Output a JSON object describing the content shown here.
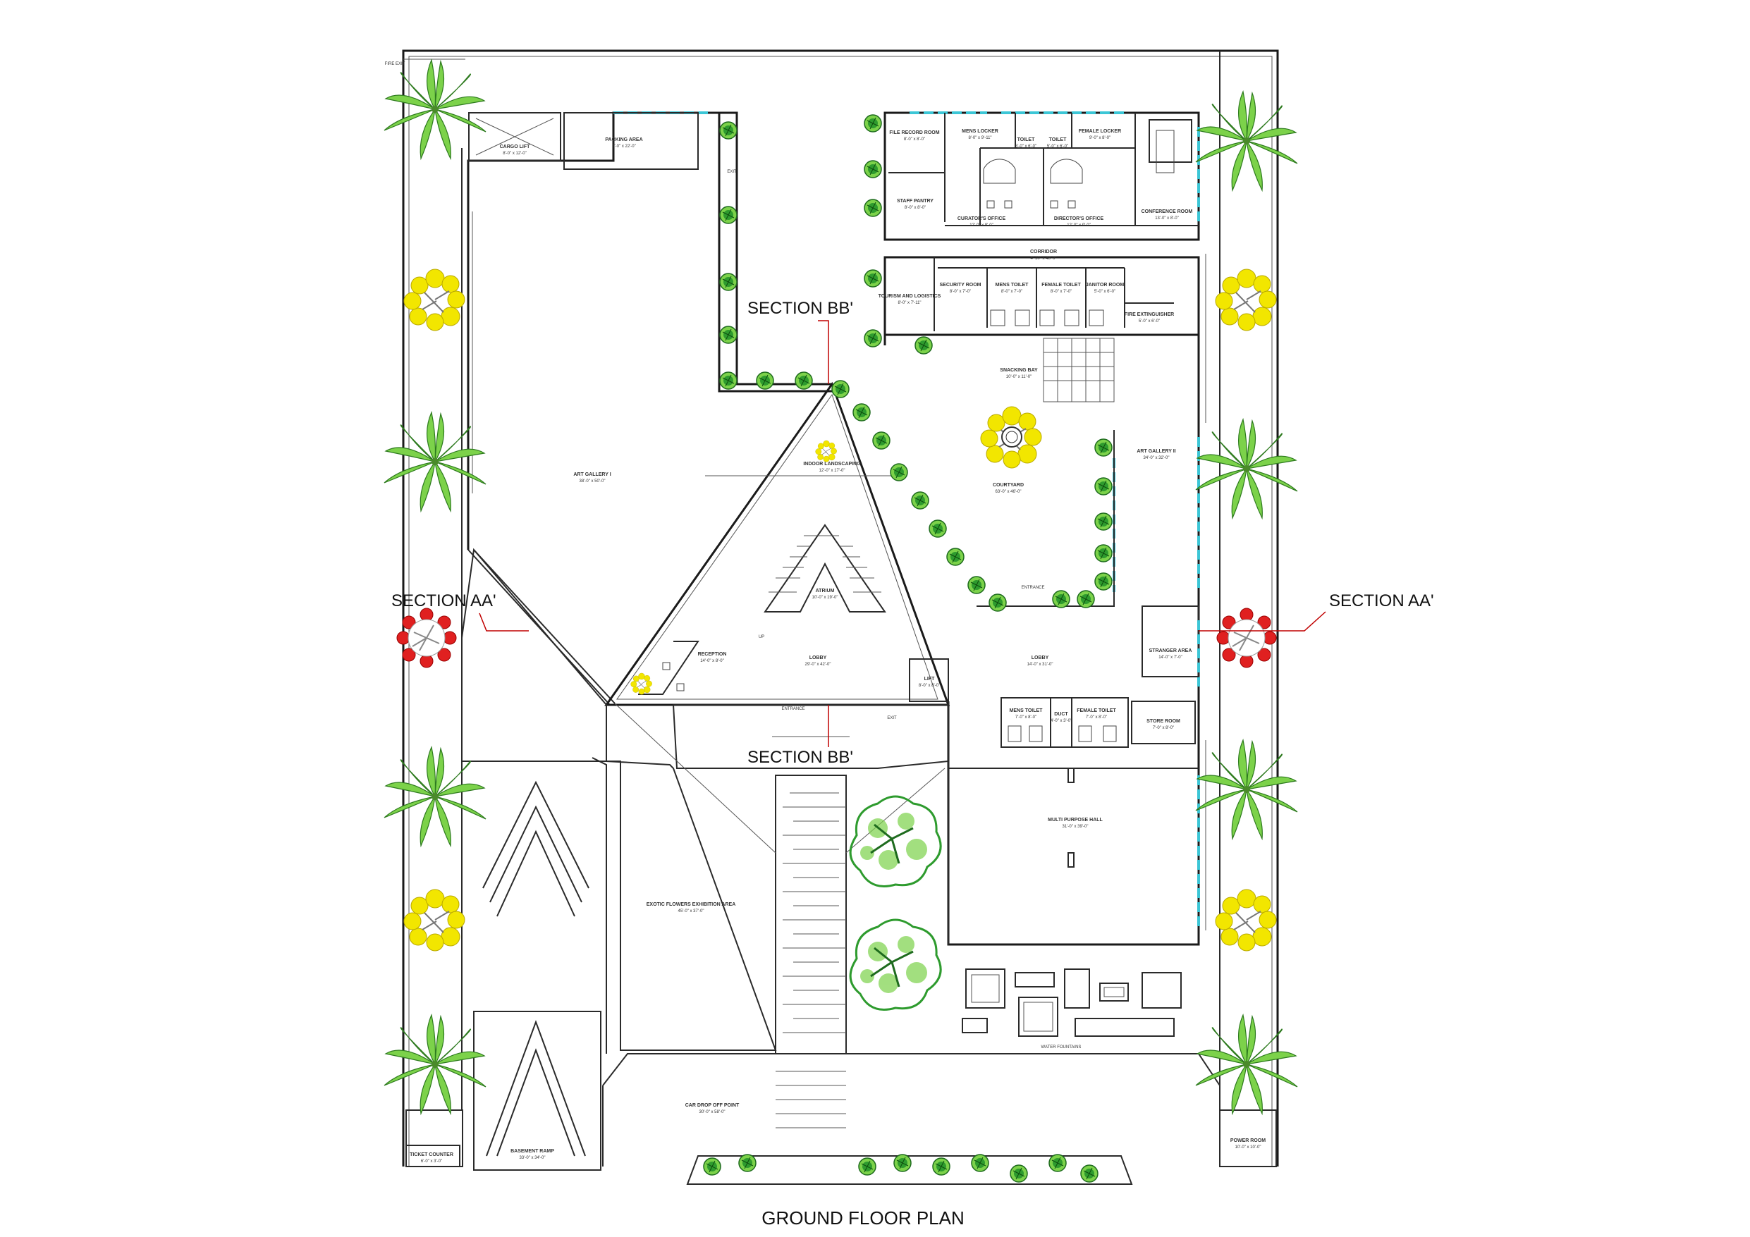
{
  "drawing": {
    "title": "GROUND FLOOR PLAN",
    "section_aa_left": "SECTION AA'",
    "section_aa_right": "SECTION AA'",
    "section_bb_top": "SECTION BB'",
    "section_bb_bottom": "SECTION BB'",
    "fire_exit": "FIRE EXIT",
    "exit_1": "EXIT",
    "exit_2": "EXIT",
    "up": "UP",
    "entrance_courtyard": "ENTRANCE",
    "entrance_lobby": "ENTRANCE",
    "water_fountains": "WATER FOUNTAINS"
  },
  "rooms": [
    {
      "name": "CARGO LIFT",
      "dim": "8'-0\" x 12'-0\""
    },
    {
      "name": "PACKING AREA",
      "dim": "7'-0\" x 22'-0\""
    },
    {
      "name": "FILE RECORD ROOM",
      "dim": "8'-0\" x 8'-0\""
    },
    {
      "name": "MENS LOCKER",
      "dim": "8'-0\" x 9'-11\""
    },
    {
      "name": "TOILET",
      "dim": "5'-0\" x 6'-0\""
    },
    {
      "name": "TOILET",
      "dim": "5'-0\" x 6'-0\""
    },
    {
      "name": "FEMALE LOCKER",
      "dim": "9'-0\" x 8'-0\""
    },
    {
      "name": "CONFERENCE ROOM",
      "dim": "13'-0\" x 8'-0\""
    },
    {
      "name": "STAFF PANTRY",
      "dim": "8'-0\" x 8'-0\""
    },
    {
      "name": "CURATOR'S OFFICE",
      "dim": "12'-0\" x 9'-0\""
    },
    {
      "name": "DIRECTOR'S OFFICE",
      "dim": "12'-0\" x 9'-0\""
    },
    {
      "name": "CORRIDOR",
      "dim": "4'-10\" x 48'-0\""
    },
    {
      "name": "TOURISM AND LOGISTICS",
      "dim": "8'-0\" x 7'-11\""
    },
    {
      "name": "SECURITY ROOM",
      "dim": "8'-0\" x 7'-0\""
    },
    {
      "name": "MENS TOILET",
      "dim": "8'-0\" x 7'-0\""
    },
    {
      "name": "FEMALE TOILET",
      "dim": "8'-0\" x 7'-0\""
    },
    {
      "name": "JANITOR ROOM",
      "dim": "5'-0\" x 6'-0\""
    },
    {
      "name": "FIRE EXTINGUISHER",
      "dim": "5'-0\" x 6'-0\""
    },
    {
      "name": "SNACKING BAY",
      "dim": "10'-0\" x 11'-0\""
    },
    {
      "name": "ART GALLERY I",
      "dim": "38'-0\" x 50'-0\""
    },
    {
      "name": "INDOOR LANDSCAPING",
      "dim": "12'-0\" x 17'-0\""
    },
    {
      "name": "COURTYARD",
      "dim": "63'-0\" x 46'-0\""
    },
    {
      "name": "ART GALLERY II",
      "dim": "34'-0\" x 32'-0\""
    },
    {
      "name": "ATRIUM",
      "dim": "10'-0\" x 19'-0\""
    },
    {
      "name": "RECEPTION",
      "dim": "14'-0\" x 8'-0\""
    },
    {
      "name": "LOBBY",
      "dim": "29'-0\" x 42'-0\""
    },
    {
      "name": "LIFT",
      "dim": "8'-0\" x 8'-0\""
    },
    {
      "name": "LOBBY",
      "dim": "14'-0\" x 31'-0\""
    },
    {
      "name": "STRANGER AREA",
      "dim": "14'-0\" x 7'-0\""
    },
    {
      "name": "MENS TOILET",
      "dim": "7'-0\" x 8'-0\""
    },
    {
      "name": "DUCT",
      "dim": "4'-0\" x 3'-0\""
    },
    {
      "name": "FEMALE TOILET",
      "dim": "7'-0\" x 8'-0\""
    },
    {
      "name": "STORE ROOM",
      "dim": "7'-0\" x 8'-0\""
    },
    {
      "name": "MULTI PURPOSE HALL",
      "dim": "31'-0\" x 39'-0\""
    },
    {
      "name": "EXOTIC FLOWERS EXHIBITION AREA",
      "dim": "45'-0\" x 37'-0\""
    },
    {
      "name": "CAR DROP OFF POINT",
      "dim": "30'-0\" x 58'-0\""
    },
    {
      "name": "TICKET COUNTER",
      "dim": "6'-0\" x 3'-0\""
    },
    {
      "name": "BASEMENT RAMP",
      "dim": "33'-0\" x 34'-0\""
    },
    {
      "name": "POWER ROOM",
      "dim": "10'-0\" x 10'-0\""
    }
  ],
  "colors": {
    "wall": "#2a2a2a",
    "glazing": "#3cc6d6",
    "section_line": "#c00000",
    "palm": "#7cd24a",
    "flowering_tree": "#f2e600",
    "red_tree": "#e02020",
    "shrub": "#2e9b2e"
  }
}
